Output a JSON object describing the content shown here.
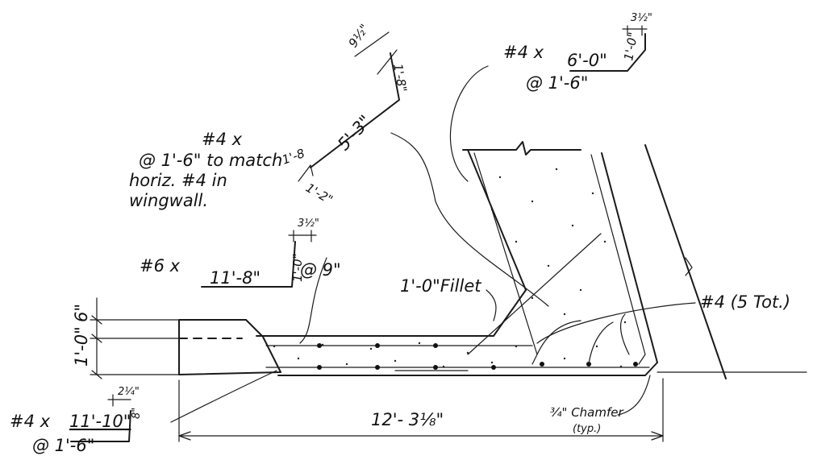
{
  "drawing": {
    "wing_bar": {
      "mark": "#4 x",
      "spacing": "@ 1'-6\" to match",
      "note_line2": "horiz. #4 in",
      "note_line3": "wingwall.",
      "dim_a": "9½\"",
      "dim_b": "1'-8\"",
      "dim_c": "5'-3\"",
      "dim_d": "1'-8",
      "dim_e": "1'-2\""
    },
    "top_bar": {
      "mark": "#4 x",
      "length": "6'-0\"",
      "spacing": "@ 1'-6\"",
      "hook": "1'-0\"",
      "hook_offset": "3½\""
    },
    "heel_bar": {
      "mark": "#6 x",
      "length": "11'-8\"",
      "hook": "1'-0\"",
      "hook_offset": "3½\"",
      "spacing": "@ 9\""
    },
    "fillet": {
      "label": "1'-0\"Fillet"
    },
    "longit": {
      "label": "#4 (5 Tot.)"
    },
    "bottom_bar": {
      "mark": "#4 x",
      "length": "11'-10\"",
      "spacing": "@ 1'-6\"",
      "hook_offset": "2¼\"",
      "hook": "8\""
    },
    "slab_dims": {
      "upper": "6\"",
      "lower": "1'-0\""
    },
    "overall": {
      "length": "12'- 3⅛\""
    },
    "chamfer": {
      "label": "¾\" Chamfer",
      "note": "(typ.)"
    }
  }
}
